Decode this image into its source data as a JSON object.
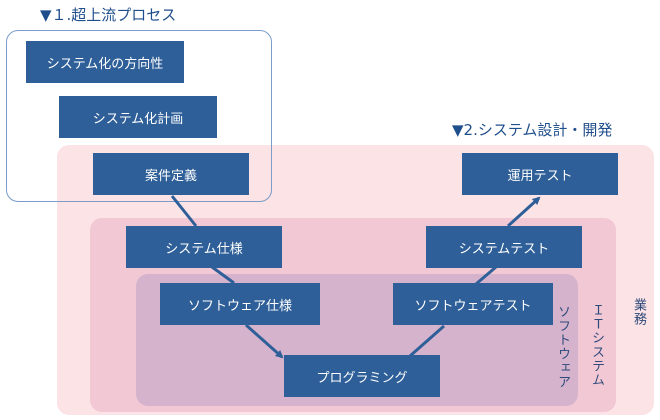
{
  "headings": {
    "upstream": "▼１.超上流プロセス",
    "design": "▼2.システム設計・開発"
  },
  "regions": {
    "business": "業務",
    "it_system": "ＩＴシステム",
    "software": "ソフトウェア"
  },
  "boxes": {
    "system_direction": "システム化の方向性",
    "system_plan": "システム化計画",
    "requirements": "案件定義",
    "system_spec": "システム仕様",
    "software_spec": "ソフトウェア仕様",
    "programming": "プログラミング",
    "software_test": "ソフトウェアテスト",
    "system_test": "システムテスト",
    "operation_test": "運用テスト"
  },
  "colors": {
    "box": "#2e5f98",
    "business_region": "#fbe3e6",
    "it_region": "#f2c8d4",
    "software_region": "#d6b3cd",
    "upstream_frame": "#7a9cc6",
    "heading_text": "#1f4e8c"
  }
}
